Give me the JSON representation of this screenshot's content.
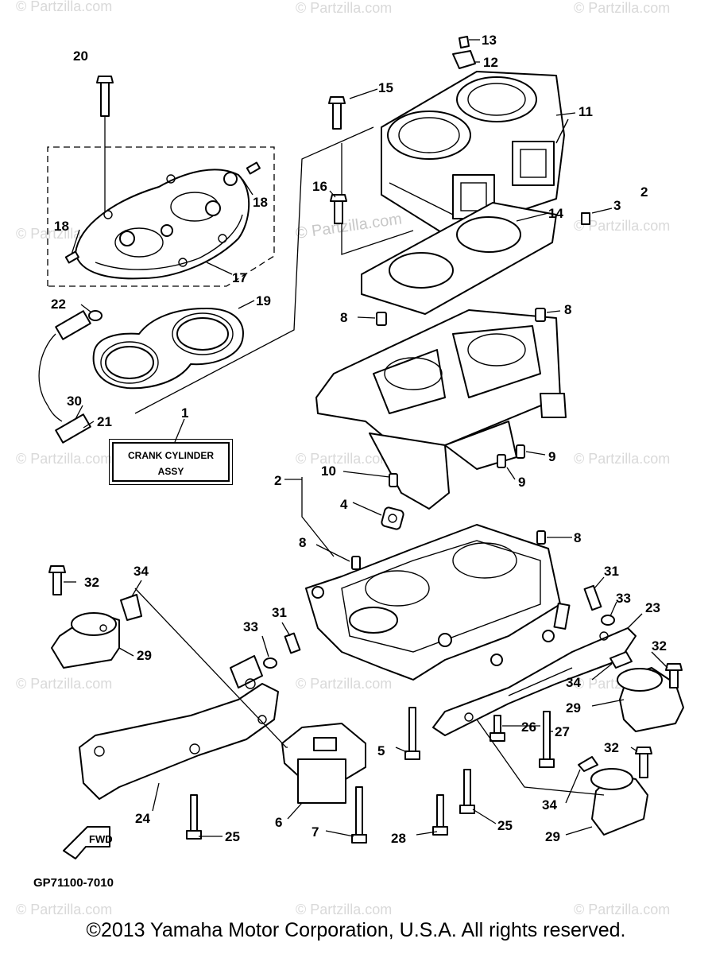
{
  "diagram": {
    "watermark": "© Partzilla.com",
    "assy_box": {
      "line1": "CRANK CYLINDER",
      "line2": "ASSY"
    },
    "fwd_label": "FWD",
    "diagram_code": "GP71100-7010",
    "copyright": "©2013 Yamaha Motor Corporation, U.S.A. All rights reserved.",
    "callouts": {
      "c1": "1",
      "c2a": "2",
      "c2b": "2",
      "c3": "3",
      "c4": "4",
      "c5": "5",
      "c6": "6",
      "c7": "7",
      "c8a": "8",
      "c8b": "8",
      "c8c": "8",
      "c8d": "8",
      "c9a": "9",
      "c9b": "9",
      "c10": "10",
      "c11": "11",
      "c12": "12",
      "c13": "13",
      "c14": "14",
      "c15": "15",
      "c16": "16",
      "c17": "17",
      "c18a": "18",
      "c18b": "18",
      "c19": "19",
      "c20": "20",
      "c21": "21",
      "c22": "22",
      "c23": "23",
      "c24": "24",
      "c25a": "25",
      "c25b": "25",
      "c26": "26",
      "c27": "27",
      "c28": "28",
      "c29a": "29",
      "c29b": "29",
      "c29c": "29",
      "c30": "30",
      "c31a": "31",
      "c31b": "31",
      "c32a": "32",
      "c32b": "32",
      "c32c": "32",
      "c33a": "33",
      "c33b": "33",
      "c34a": "34",
      "c34b": "34",
      "c34c": "34"
    }
  }
}
